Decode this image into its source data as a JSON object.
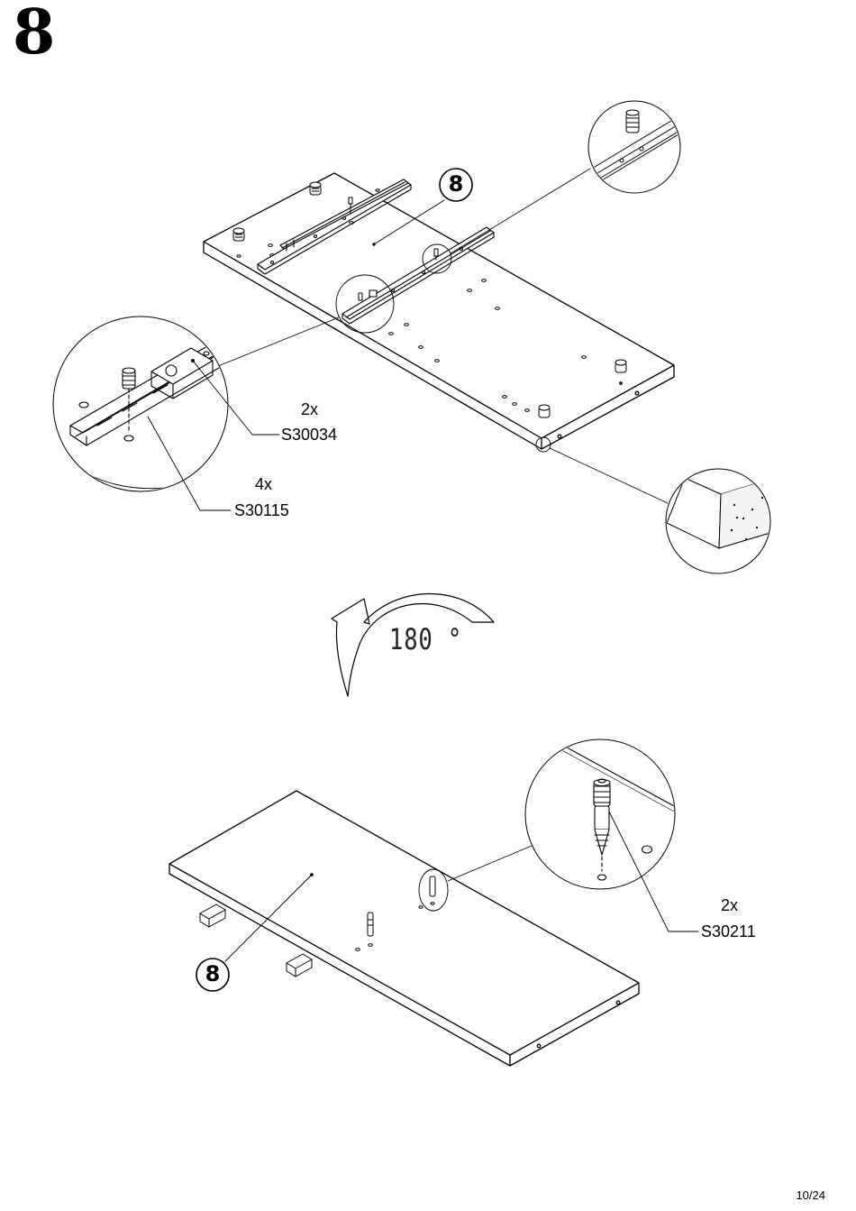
{
  "step": {
    "number": "8"
  },
  "top_view": {
    "panel_callout": "8",
    "parts": [
      {
        "qty": "2x",
        "code": "S30034"
      },
      {
        "qty": "4x",
        "code": "S30115"
      }
    ]
  },
  "rotation": {
    "label": "180 °"
  },
  "bottom_view": {
    "panel_callout": "8",
    "parts": [
      {
        "qty": "2x",
        "code": "S30211"
      }
    ]
  },
  "footer": {
    "page": "10/24"
  }
}
